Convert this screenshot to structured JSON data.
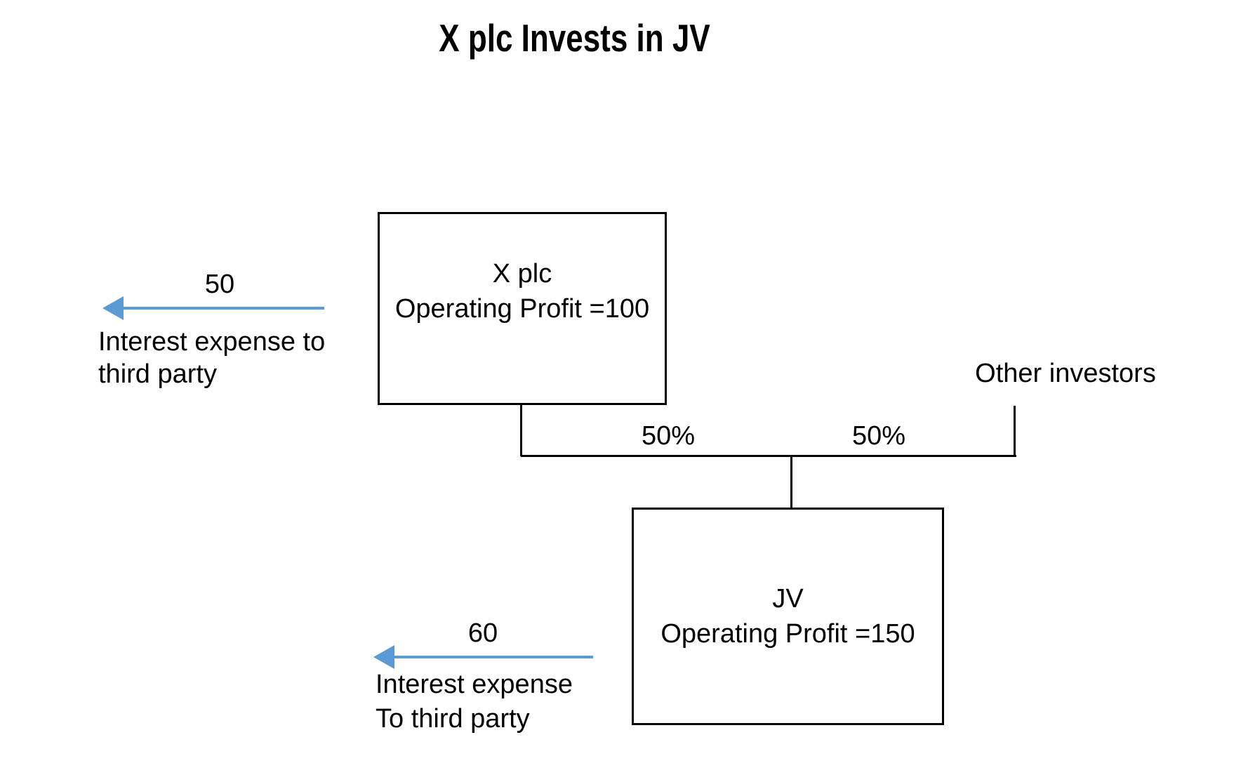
{
  "title": "X plc Invests in JV",
  "nodes": {
    "x_plc": {
      "name": "X plc",
      "detail": "Operating Profit =100"
    },
    "jv": {
      "name": "JV",
      "detail": "Operating Profit =150"
    },
    "other_investors": "Other investors"
  },
  "ownership": {
    "x_plc_share": "50%",
    "others_share": "50%"
  },
  "flows": {
    "x_plc_interest": {
      "amount": "50",
      "label_line1": "Interest expense to",
      "label_line2": "third party"
    },
    "jv_interest": {
      "amount": "60",
      "label_line1": "Interest expense",
      "label_line2": "To third party"
    }
  },
  "colors": {
    "arrow_blue": "#5b9bd5",
    "line_black": "#000000",
    "background": "#ffffff"
  }
}
